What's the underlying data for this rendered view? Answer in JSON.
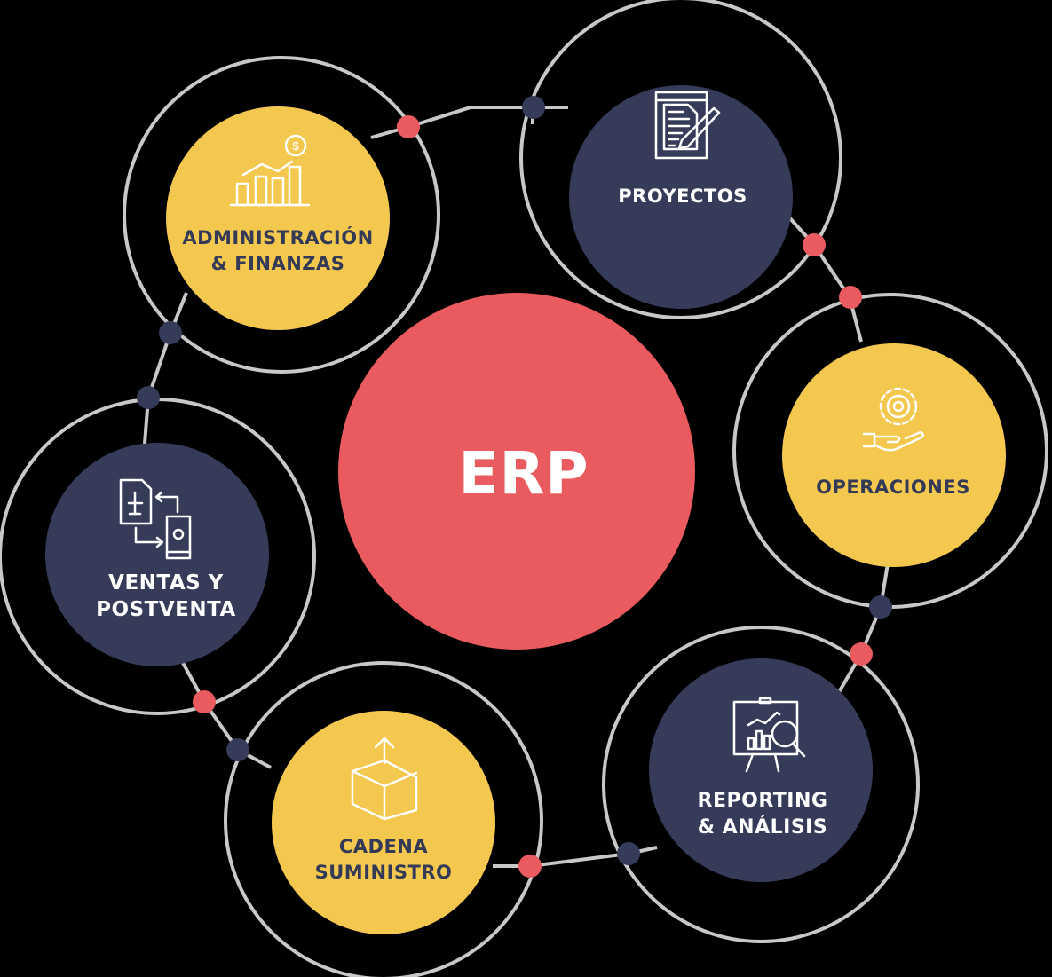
{
  "colors": {
    "background": "#000000",
    "ring": "#c8c8c8",
    "yellow": "#f4c84f",
    "navy": "#363b5a",
    "red": "#e95b5e",
    "dot_red": "#e95b5e",
    "dot_navy": "#363b5a",
    "icon_stroke": "#ffffff"
  },
  "center": {
    "label": "ERP"
  },
  "modules": [
    {
      "id": "admin",
      "line1": "ADMINISTRACIÓN",
      "line2": "& FINANZAS",
      "icon": "chart-growth-dollar-icon",
      "fill": "yellow"
    },
    {
      "id": "proyectos",
      "line1": "PROYECTOS",
      "line2": "",
      "icon": "document-pencil-icon",
      "fill": "navy"
    },
    {
      "id": "operaciones",
      "line1": "OPERACIONES",
      "line2": "",
      "icon": "gear-hand-icon",
      "fill": "yellow"
    },
    {
      "id": "ventas",
      "line1": "VENTAS Y",
      "line2": "POSTVENTA",
      "icon": "contract-money-exchange-icon",
      "fill": "navy"
    },
    {
      "id": "cadena",
      "line1": "CADENA",
      "line2": "SUMINISTRO",
      "icon": "box-arrow-up-icon",
      "fill": "yellow"
    },
    {
      "id": "reporting",
      "line1": "REPORTING",
      "line2": "& ANÁLISIS",
      "icon": "presentation-magnifier-icon",
      "fill": "navy"
    }
  ]
}
